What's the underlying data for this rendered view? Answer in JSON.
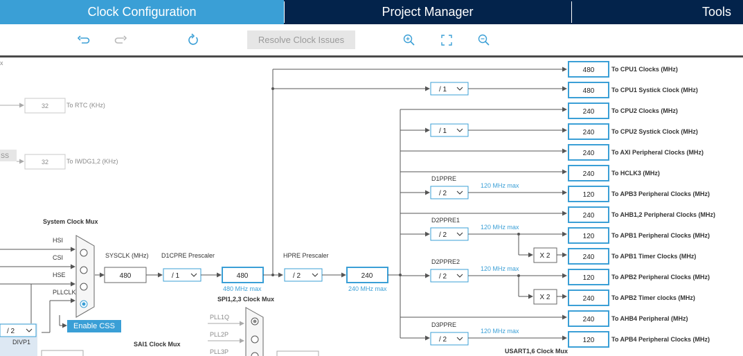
{
  "tabs": [
    {
      "label": "Clock Configuration"
    },
    {
      "label": "Project Manager"
    },
    {
      "label": "Tools"
    }
  ],
  "toolbar": {
    "resolve_label": "Resolve Clock Issues",
    "icons": [
      "undo-icon",
      "redo-icon",
      "reset-icon",
      "zoom-in-icon",
      "fit-screen-icon",
      "zoom-out-icon"
    ]
  },
  "colors": {
    "tab_bar": "#03234b",
    "tab_active": "#3a9fd6",
    "accent": "#3a9fd6",
    "line": "#555555"
  },
  "left": {
    "rtc_value": "32",
    "rtc_label": "To RTC (KHz)",
    "iwdg_value": "32",
    "iwdg_label": "To IWDG1,2 (KHz)",
    "css_partial": "SS",
    "x_partial": "x",
    "sys_mux_title": "System Clock Mux",
    "mux_inputs": [
      "HSI",
      "CSI",
      "HSE",
      "PLLCLK"
    ],
    "divp1_value": "/ 2",
    "divp1_label": "DIVP1",
    "enable_css": "Enable CSS"
  },
  "center": {
    "sysclk_label": "SYSCLK (MHz)",
    "sysclk_value": "480",
    "d1cpre_label": "D1CPRE Prescaler",
    "d1cpre_value": "/ 1",
    "d1_out_value": "480",
    "d1_max": "480 MHz max",
    "hpre_label": "HPRE Prescaler",
    "hpre_value": "/ 2",
    "hpre_out_value": "240",
    "hpre_max": "240 MHz max",
    "spi_mux": "SPI1,2,3 Clock Mux",
    "sai_mux": "SAI1 Clock Mux",
    "spi_inputs": [
      "PLL1Q",
      "PLL2P",
      "PLL3P"
    ],
    "usart_mux": "USART1,6 Clock Mux"
  },
  "prescalers": {
    "d1ppre": {
      "label": "D1PPRE",
      "value": "/ 2",
      "max": "120 MHz max"
    },
    "d2ppre1": {
      "label": "D2PPRE1",
      "value": "/ 2",
      "max": "120 MHz max"
    },
    "d2ppre2": {
      "label": "D2PPRE2",
      "value": "/ 2",
      "max": "120 MHz max"
    },
    "d3ppre": {
      "label": "D3PPRE",
      "value": "/ 2",
      "max": "120 MHz max"
    },
    "cpu1_systick": "/ 1",
    "cpu2_systick": "/ 1",
    "x2_a": "X 2",
    "x2_b": "X 2"
  },
  "outputs": [
    {
      "value": "480",
      "label": "To CPU1 Clocks (MHz)"
    },
    {
      "value": "480",
      "label": "To CPU1 Systick Clock (MHz)"
    },
    {
      "value": "240",
      "label": "To CPU2 Clocks (MHz)"
    },
    {
      "value": "240",
      "label": "To CPU2 Systick Clock (MHz)"
    },
    {
      "value": "240",
      "label": "To AXI Peripheral Clocks (MHz)"
    },
    {
      "value": "240",
      "label": "To HCLK3 (MHz)"
    },
    {
      "value": "120",
      "label": "To APB3 Peripheral Clocks (MHz)"
    },
    {
      "value": "240",
      "label": "To AHB1,2 Peripheral Clocks (MHz)"
    },
    {
      "value": "120",
      "label": "To APB1 Peripheral Clocks (MHz)"
    },
    {
      "value": "240",
      "label": "To APB1 Timer Clocks (MHz)"
    },
    {
      "value": "120",
      "label": "To APB2 Peripheral Clocks (MHz)"
    },
    {
      "value": "240",
      "label": "To APB2 Timer clocks (MHz)"
    },
    {
      "value": "240",
      "label": "To AHB4 Peripheral (MHz)"
    },
    {
      "value": "120",
      "label": "To APB4 Peripheral Clocks (MHz)"
    }
  ]
}
